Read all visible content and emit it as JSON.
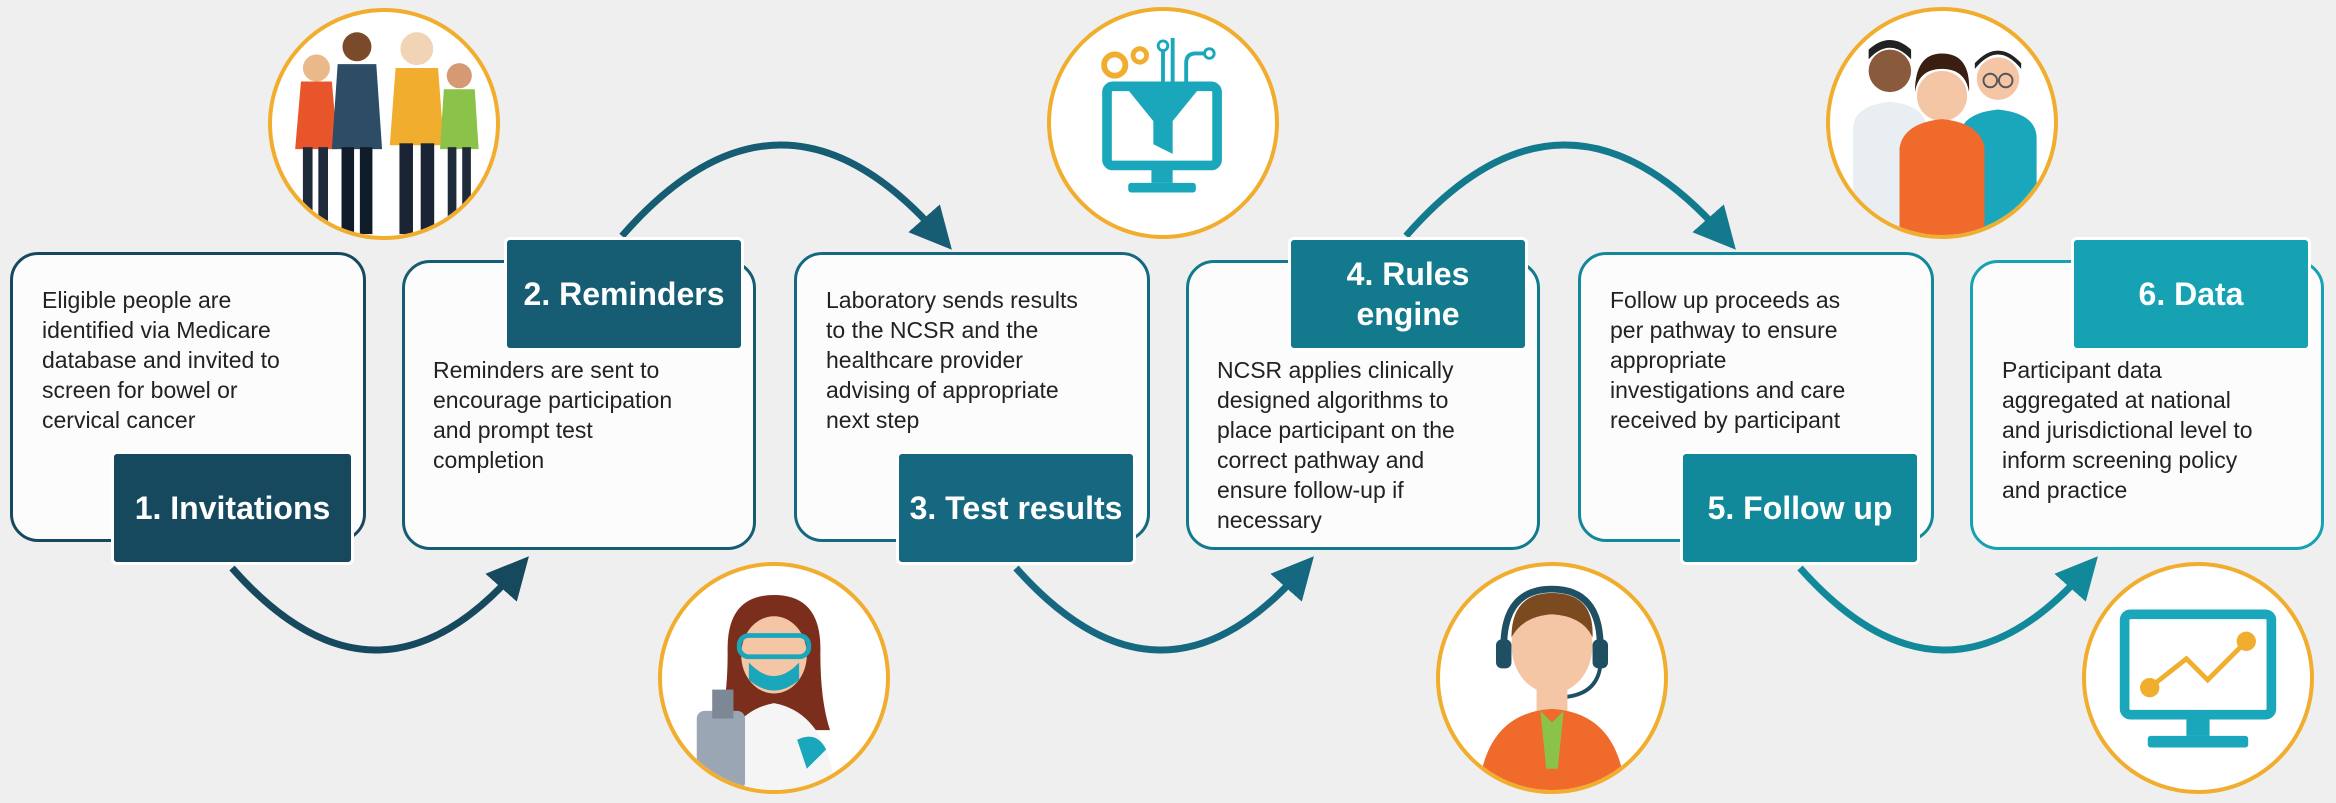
{
  "colors": {
    "step1": "#17495e",
    "step2": "#165d73",
    "step3": "#156880",
    "step4": "#137a8e",
    "step5": "#12899a",
    "step6": "#16a2b2",
    "circle_border": "#f1ad2d",
    "card_bg": "#fcfcfc",
    "page_bg": "#efefef"
  },
  "steps": [
    {
      "label": "1. Invitations",
      "text": "Eligible people are\nidentified via Medicare\ndatabase and invited to\nscreen for bowel or\ncervical cancer",
      "icon": "people-group-icon"
    },
    {
      "label": "2. Reminders",
      "text": "Reminders are sent to\nencourage participation\nand prompt test\ncompletion",
      "icon": "filter-monitor-icon"
    },
    {
      "label": "3. Test results",
      "text": "Laboratory sends results\nto the NCSR and the\nhealthcare provider\nadvising of appropriate\nnext step",
      "icon": "lab-scientist-icon"
    },
    {
      "label": "4. Rules\nengine",
      "text": "NCSR applies clinically\ndesigned algorithms to\nplace participant on the\ncorrect pathway and\nensure follow-up if\nnecessary",
      "icon": "call-centre-agent-icon"
    },
    {
      "label": "5. Follow up",
      "text": "Follow up proceeds as\nper pathway to ensure\nappropriate\ninvestigations and care\nreceived by participant",
      "icon": "healthcare-team-icon"
    },
    {
      "label": "6. Data",
      "text": "Participant data\naggregated at national\nand jurisdictional level to\ninform screening policy\nand practice",
      "icon": "analytics-monitor-icon"
    }
  ]
}
